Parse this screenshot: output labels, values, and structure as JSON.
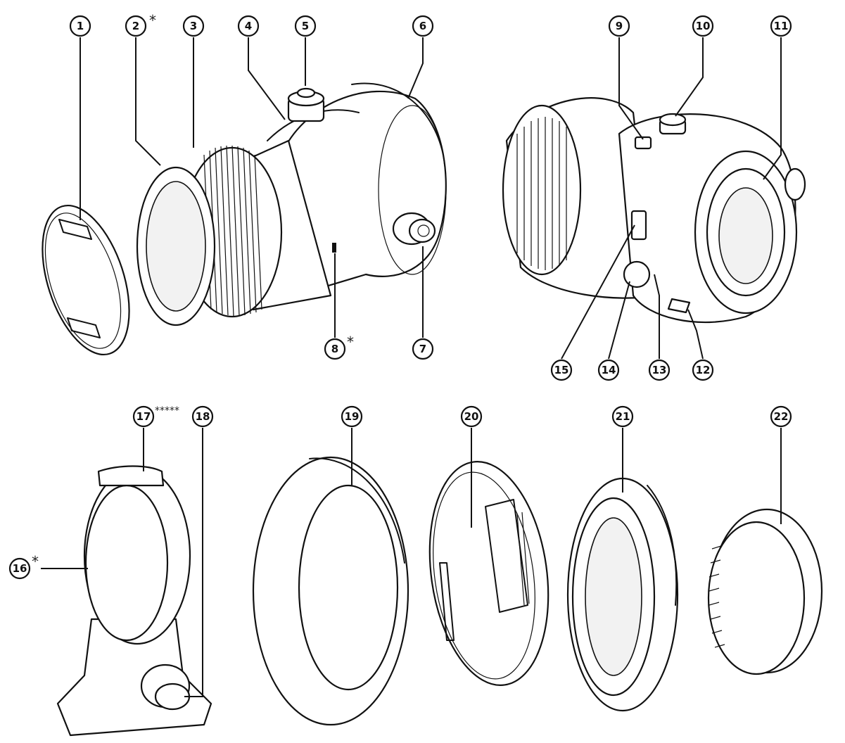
{
  "callouts": [
    {
      "id": "c1",
      "number": "1",
      "asterisk": ""
    },
    {
      "id": "c2",
      "number": "2",
      "asterisk": "*"
    },
    {
      "id": "c3",
      "number": "3",
      "asterisk": ""
    },
    {
      "id": "c4",
      "number": "4",
      "asterisk": ""
    },
    {
      "id": "c5",
      "number": "5",
      "asterisk": ""
    },
    {
      "id": "c6",
      "number": "6",
      "asterisk": ""
    },
    {
      "id": "c7",
      "number": "7",
      "asterisk": ""
    },
    {
      "id": "c8",
      "number": "8",
      "asterisk": "*"
    },
    {
      "id": "c9",
      "number": "9",
      "asterisk": ""
    },
    {
      "id": "c10",
      "number": "10",
      "asterisk": ""
    },
    {
      "id": "c11",
      "number": "11",
      "asterisk": ""
    },
    {
      "id": "c12",
      "number": "12",
      "asterisk": ""
    },
    {
      "id": "c13",
      "number": "13",
      "asterisk": ""
    },
    {
      "id": "c14",
      "number": "14",
      "asterisk": ""
    },
    {
      "id": "c15",
      "number": "15",
      "asterisk": ""
    },
    {
      "id": "c16",
      "number": "16",
      "asterisk": "*"
    },
    {
      "id": "c17",
      "number": "17",
      "asterisk": "*****"
    },
    {
      "id": "c18",
      "number": "18",
      "asterisk": ""
    },
    {
      "id": "c19",
      "number": "19",
      "asterisk": ""
    },
    {
      "id": "c20",
      "number": "20",
      "asterisk": ""
    },
    {
      "id": "c21",
      "number": "21",
      "asterisk": ""
    },
    {
      "id": "c22",
      "number": "22",
      "asterisk": ""
    }
  ]
}
